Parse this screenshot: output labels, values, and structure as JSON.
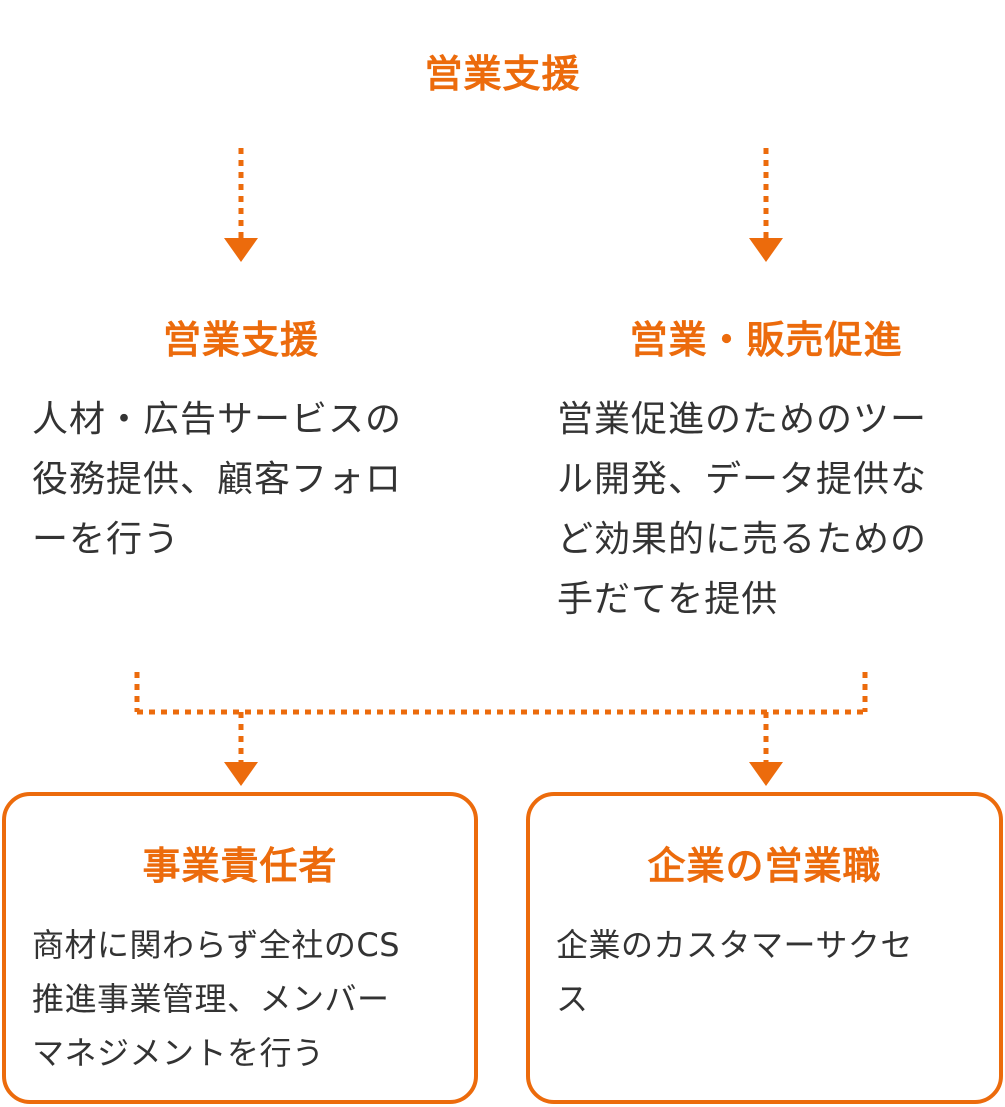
{
  "colors": {
    "accent": "#ec6b0c",
    "text": "#333333"
  },
  "top": {
    "title": "営業支援"
  },
  "left_column": {
    "title": "営業支援",
    "description_lines": [
      "人材・広告サービスの",
      "役務提供、顧客フォロ",
      "ーを行う"
    ]
  },
  "right_column": {
    "title": "営業・販売促進",
    "description_lines": [
      "営業促進のためのツー",
      "ル開発、データ提供な",
      "ど効果的に売るための",
      "手だてを提供"
    ]
  },
  "bottom_left_box": {
    "title": "事業責任者",
    "description_lines": [
      "商材に関わらず全社のCS",
      "推進事業管理、メンバー",
      "マネジメントを行う"
    ]
  },
  "bottom_right_box": {
    "title": "企業の営業職",
    "description_lines": [
      "企業のカスタマーサクセ",
      "ス"
    ]
  }
}
